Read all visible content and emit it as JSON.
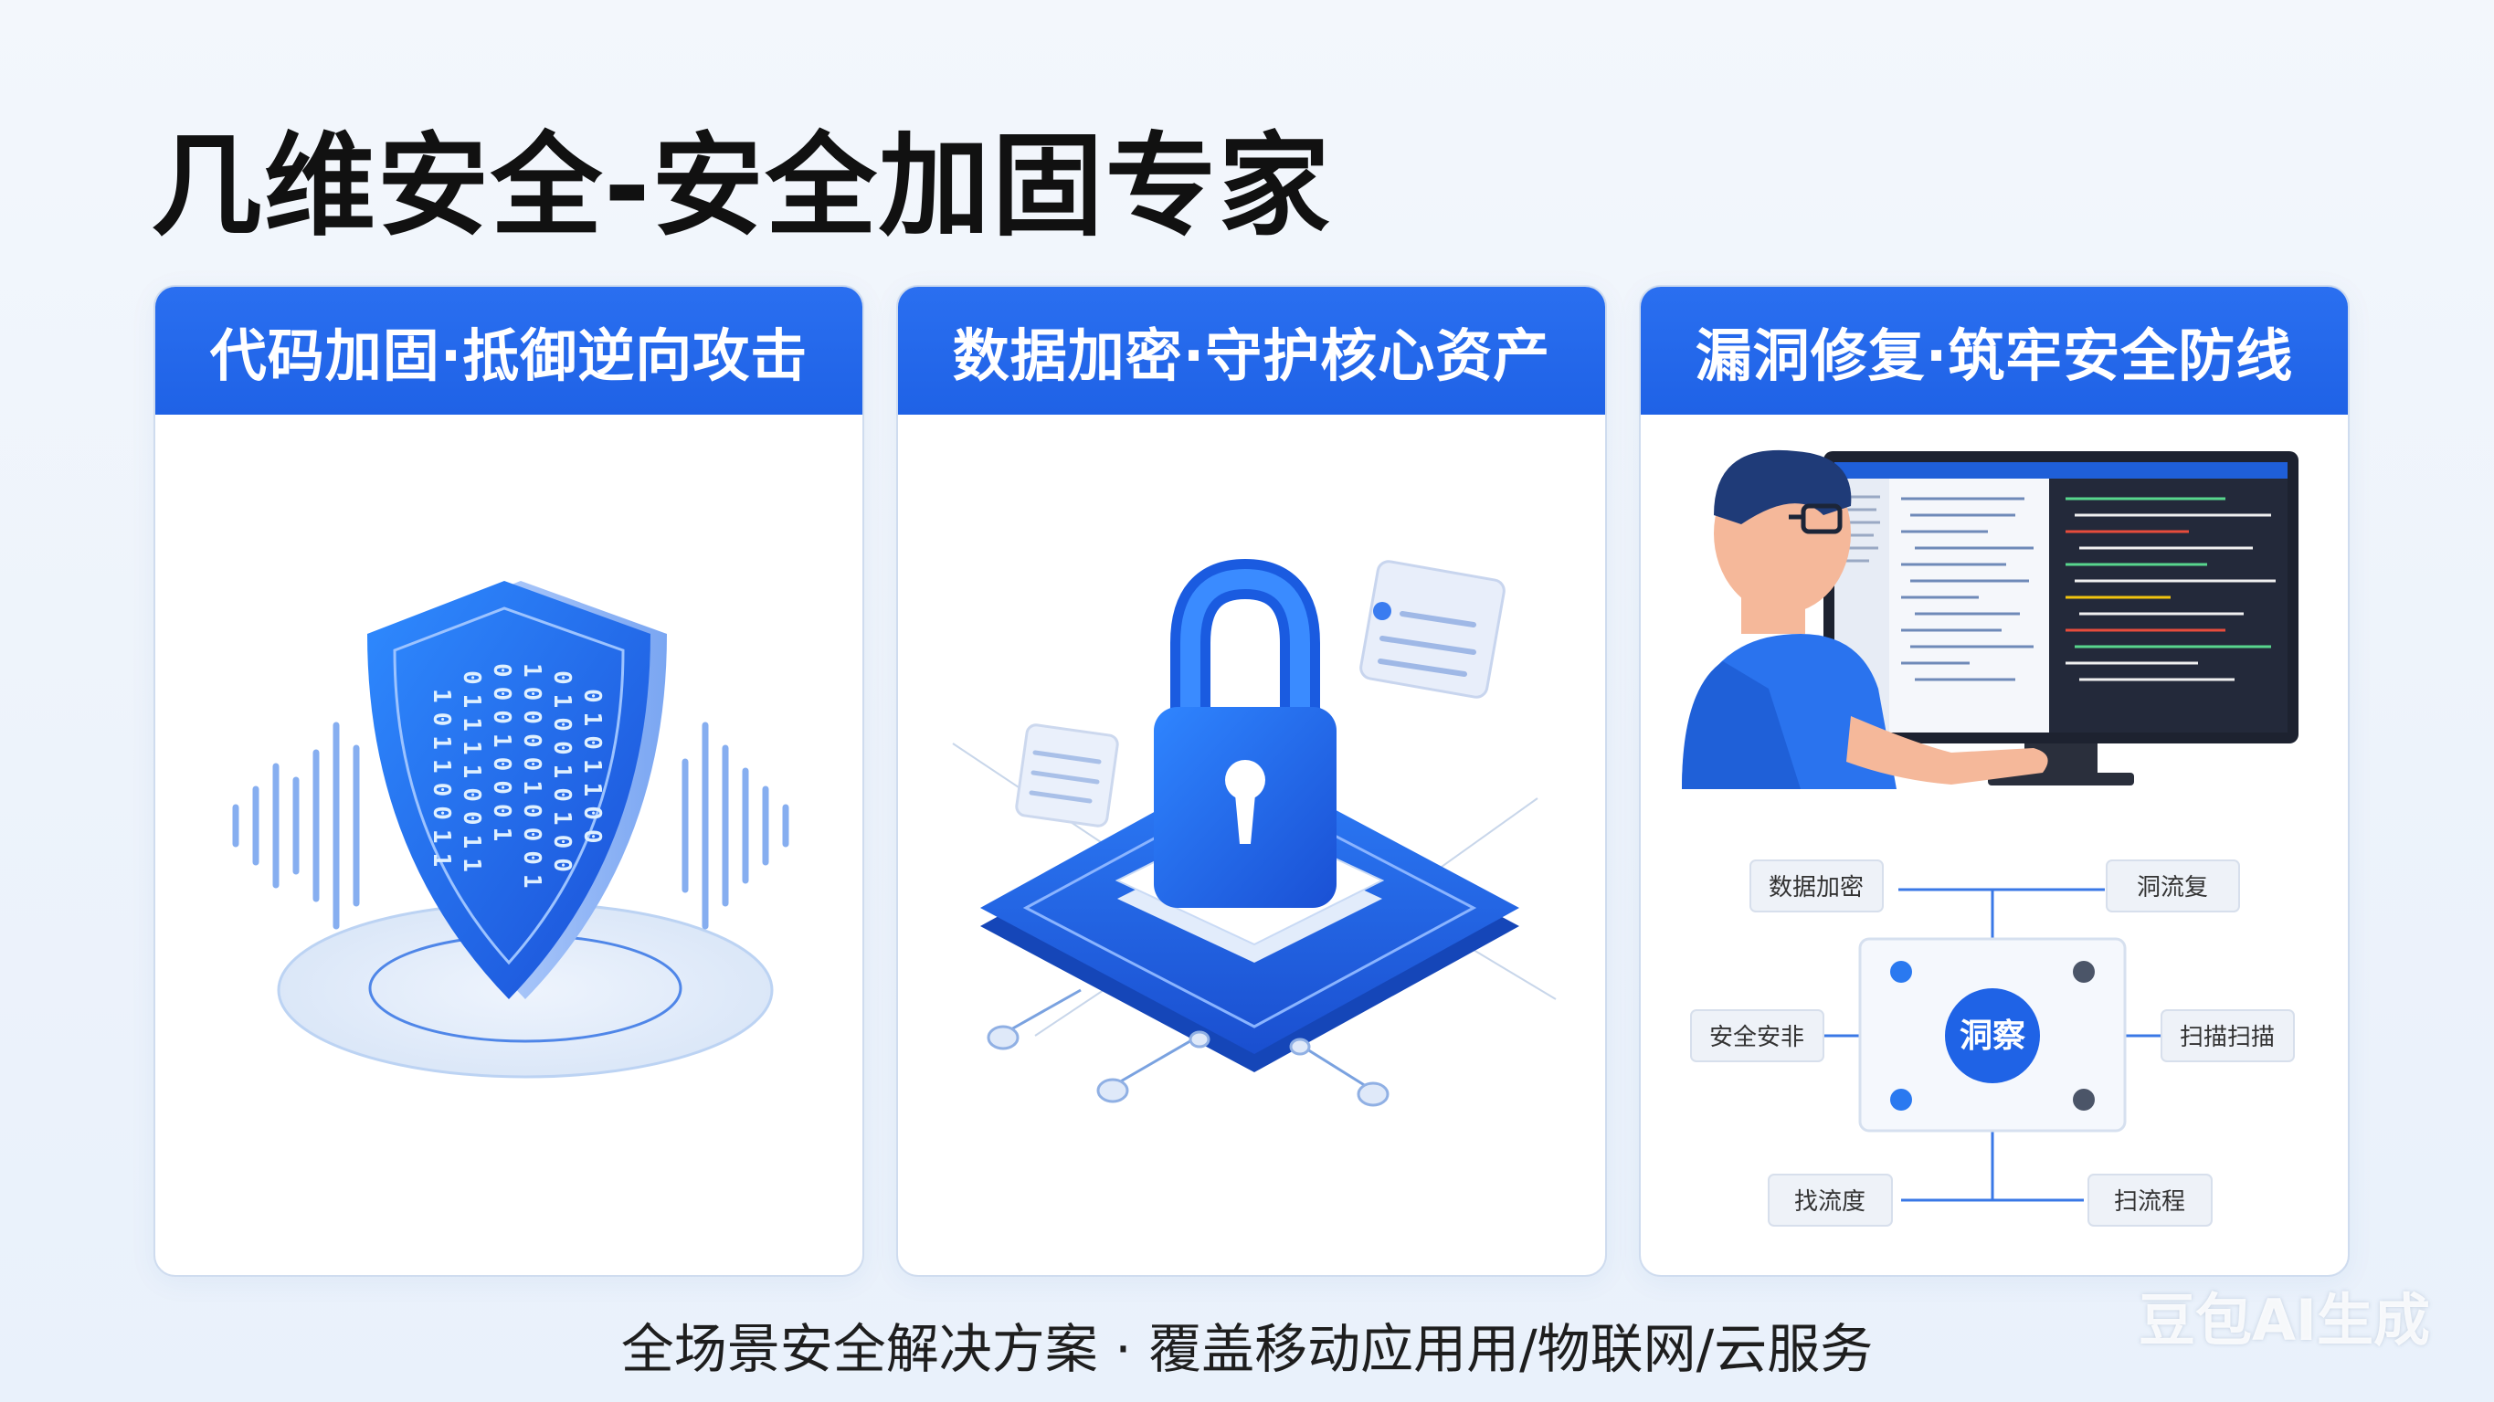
{
  "title": "几维安全-安全加固专家",
  "cards": [
    {
      "heading": "代码加固·抵御逆向攻击",
      "binary_columns": [
        "10110011",
        "011110011",
        "00010001",
        "1000010001",
        "010010100",
        "0101100"
      ]
    },
    {
      "heading": "数据加密·守护核心资产"
    },
    {
      "heading": "漏洞修复·筑牢安全防线",
      "diagram": {
        "center": "洞察",
        "nodes": [
          "数据加密",
          "洞流复",
          "安全安非",
          "扫描扫描",
          "找流度",
          "扫流程"
        ]
      }
    }
  ],
  "footer": "全场景安全解决方案 · 覆盖移动应用用/物联网/云服务",
  "watermark": "豆包AI生成",
  "colors": {
    "primary": "#2266e8",
    "title": "#111111"
  }
}
